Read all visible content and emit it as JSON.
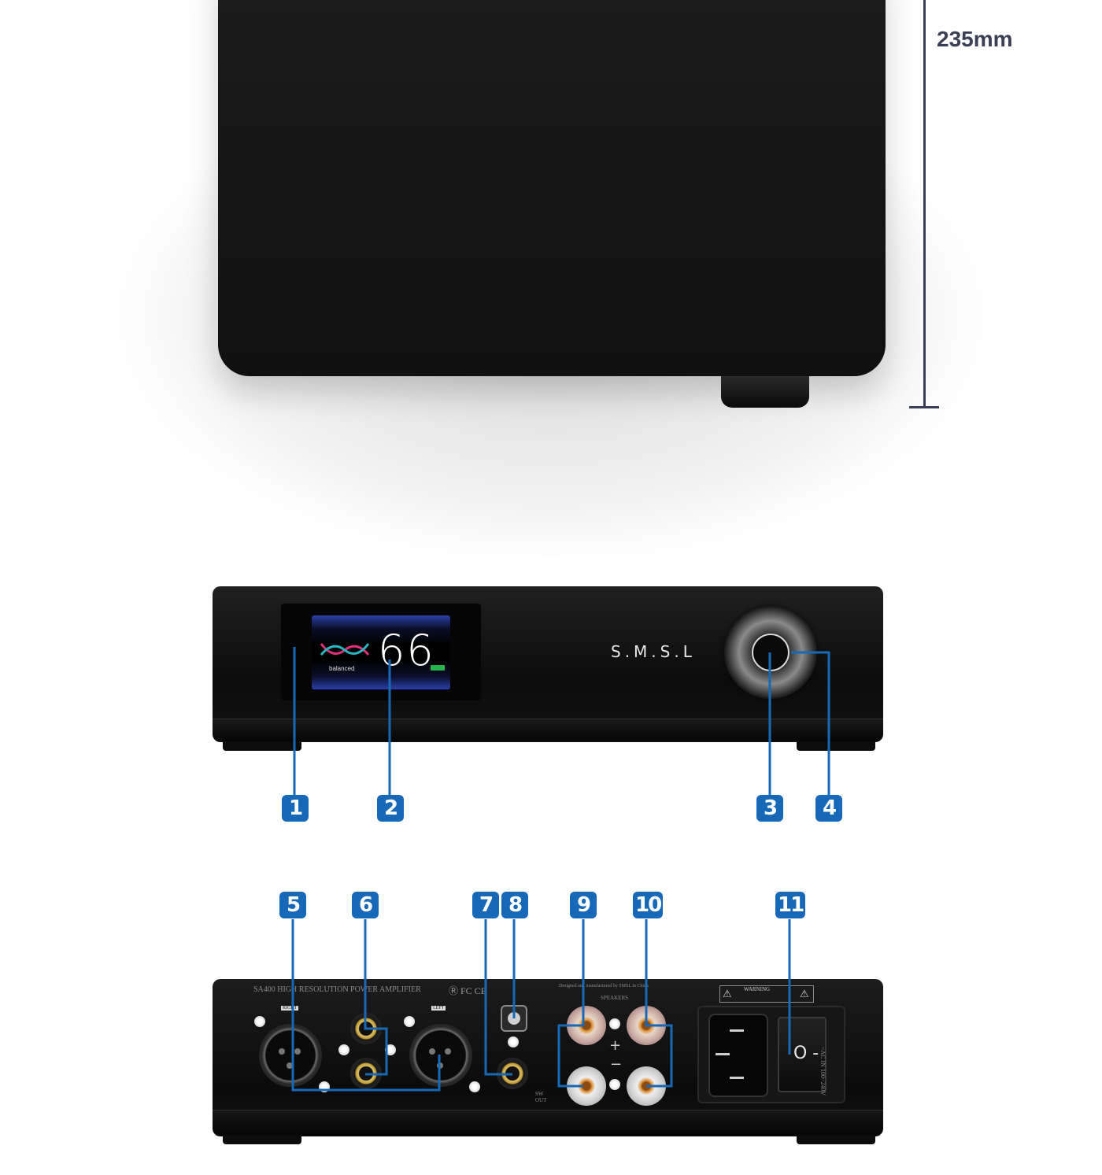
{
  "dimension": {
    "label": "235mm"
  },
  "front_panel": {
    "display": {
      "volume": "66",
      "mode": "balanced"
    },
    "brand": "S.M.S.L"
  },
  "rear_panel": {
    "model": "SA400",
    "title_line": "SA400  HIGH RESOLUTION POWER AMPLIFIER",
    "designed_by": "Designed and manufactured by SMSL in China",
    "xlr_right_label": "RIGHT",
    "xlr_left_label": "LEFT",
    "speakers_label": "SPEAKERS",
    "sw_out_label": "SW OUT",
    "plus": "+",
    "minus": "−",
    "ac_label": "~AC IN 100~240V",
    "warning_label": "WARNING",
    "switch_mark": "O -"
  },
  "callouts": {
    "front": [
      "1",
      "2",
      "3",
      "4"
    ],
    "rear": [
      "5",
      "6",
      "7",
      "8",
      "9",
      "10",
      "11"
    ]
  },
  "colors": {
    "accent": "#1769b8",
    "dimension": "#3a3f55",
    "chassis": "#111111"
  }
}
